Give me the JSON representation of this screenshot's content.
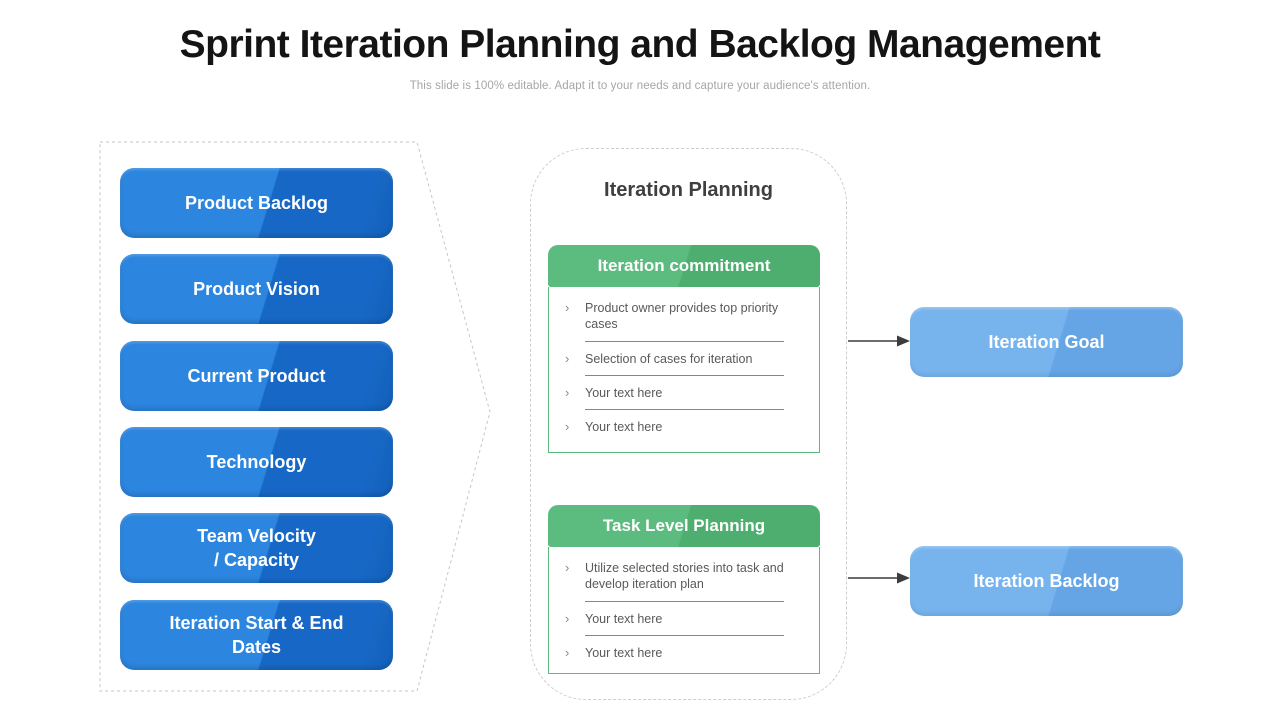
{
  "slide": {
    "title": "Sprint Iteration Planning and Backlog Management",
    "subtitle": "This slide is 100% editable. Adapt it to your needs and capture your audience's attention."
  },
  "inputs": {
    "items": [
      "Product Backlog",
      "Product Vision",
      "Current Product",
      "Technology",
      "Team Velocity\n/ Capacity",
      "Iteration Start & End\nDates"
    ]
  },
  "planning": {
    "title": "Iteration Planning",
    "bullet_glyph": "›",
    "sections": [
      {
        "title": "Iteration commitment",
        "items": [
          "Product owner provides top priority cases",
          "Selection of cases for iteration",
          "Your text here",
          "Your text here"
        ]
      },
      {
        "title": "Task Level Planning",
        "items": [
          "Utilize selected stories into task and develop iteration plan",
          "Your text here",
          "Your text here"
        ]
      }
    ]
  },
  "outputs": {
    "items": [
      "Iteration Goal",
      "Iteration Backlog"
    ]
  },
  "colors": {
    "primary_blue": "#1b74d1",
    "light_blue": "#6babe9",
    "green": "#52b476",
    "arrow": "#3c3c3c",
    "dashed_border": "#c9c9c9",
    "title_text": "#141414",
    "subtitle_text": "#a6a6a6",
    "body_text": "#595959"
  }
}
